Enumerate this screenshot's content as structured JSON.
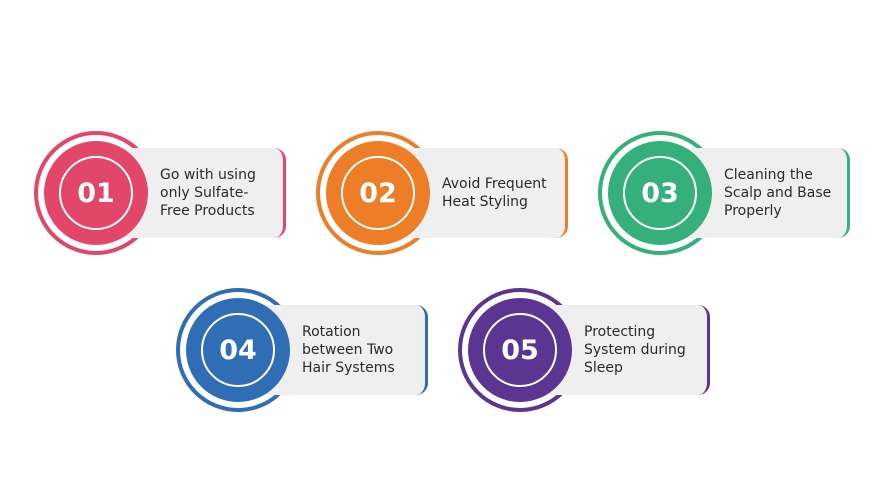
{
  "steps": [
    {
      "number": "01",
      "text": "Go with using only Sulfate-Free Products",
      "color": "#e2476a"
    },
    {
      "number": "02",
      "text": "Avoid Frequent Heat Styling",
      "color": "#ed7d27"
    },
    {
      "number": "03",
      "text": "Cleaning the Scalp and Base Properly",
      "color": "#35b07a"
    },
    {
      "number": "04",
      "text": "Rotation between Two Hair Systems",
      "color": "#2f6db5"
    },
    {
      "number": "05",
      "text": "Protecting System during Sleep",
      "color": "#5a3591"
    }
  ]
}
